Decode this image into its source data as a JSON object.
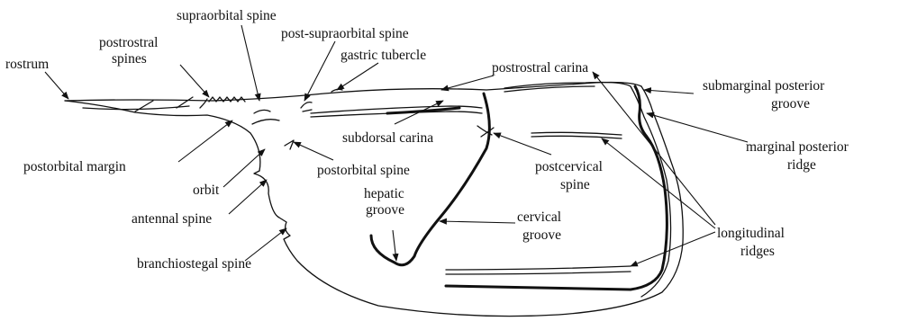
{
  "labels": {
    "rostrum": "rostrum",
    "postrostral_spines_1": "postrostral",
    "postrostral_spines_2": "spines",
    "supraorbital_spine": "supraorbital spine",
    "post_supraorbital_spine": "post-supraorbital spine",
    "gastric_tubercle": "gastric tubercle",
    "postrostral_carina": "postrostral carina",
    "submarginal_posterior_groove_1": "submarginal posterior",
    "submarginal_posterior_groove_2": "groove",
    "marginal_posterior_ridge_1": "marginal posterior",
    "marginal_posterior_ridge_2": "ridge",
    "subdorsal_carina": "subdorsal carina",
    "postorbital_margin": "postorbital margin",
    "postcervical_spine_1": "postcervical",
    "postcervical_spine_2": "spine",
    "postorbital_spine": "postorbital spine",
    "orbit": "orbit",
    "hepatic_groove_1": "hepatic",
    "hepatic_groove_2": "groove",
    "cervical_groove_1": "cervical",
    "cervical_groove_2": "groove",
    "antennal_spine": "antennal spine",
    "longitudinal_ridges_1": "longitudinal",
    "longitudinal_ridges_2": "ridges",
    "branchiostegal_spine": "branchiostegal spine"
  }
}
